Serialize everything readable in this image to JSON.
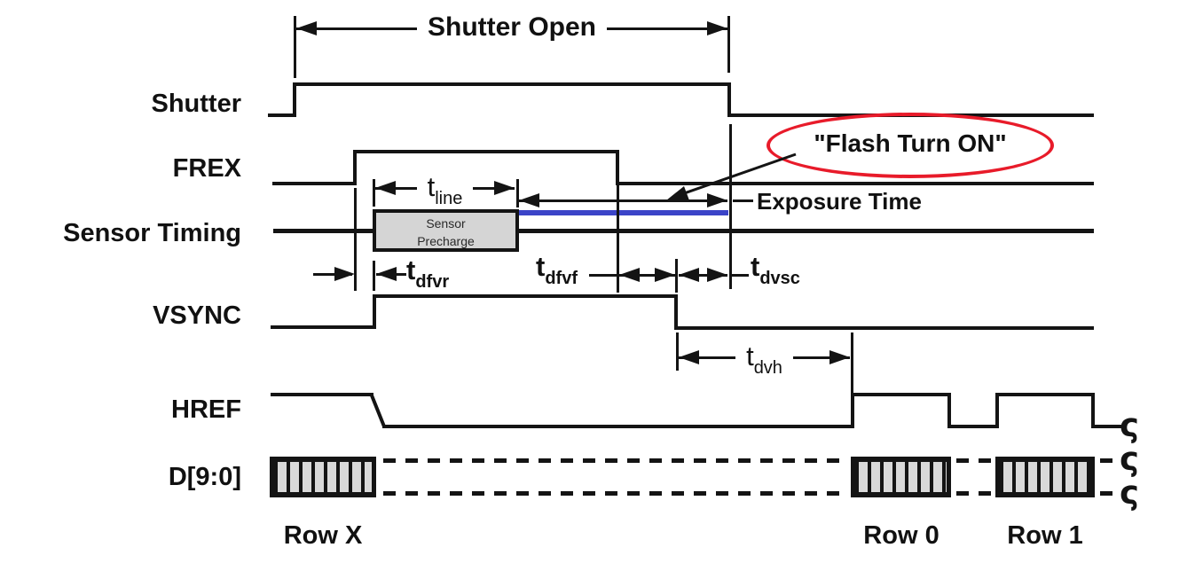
{
  "signals": {
    "shutter": {
      "label": "Shutter"
    },
    "frex": {
      "label": "FREX"
    },
    "sensor_timing": {
      "label": "Sensor Timing"
    },
    "vsync": {
      "label": "VSYNC"
    },
    "href": {
      "label": "HREF"
    },
    "data_bus": {
      "label": "D[9:0]"
    }
  },
  "annotations": {
    "shutter_open": "Shutter Open",
    "flash_turn_on": "\"Flash Turn ON\"",
    "exposure_time": "Exposure Time",
    "sensor_precharge": {
      "line1": "Sensor",
      "line2": "Precharge"
    }
  },
  "timing_params": {
    "t_line": {
      "main": "t",
      "sub": "line"
    },
    "t_dfvr": {
      "main": "t",
      "sub": "dfvr"
    },
    "t_dfvf": {
      "main": "t",
      "sub": "dfvf"
    },
    "t_dvsc": {
      "main": "t",
      "sub": "dvsc"
    },
    "t_dvh": {
      "main": "t",
      "sub": "dvh"
    }
  },
  "row_labels": {
    "row_x": "Row X",
    "row_0": "Row 0",
    "row_1": "Row 1"
  },
  "break_mark": "ς",
  "colors": {
    "line": "#141414",
    "exposure_bar": "#3b44c8",
    "ellipse_stroke": "#e81b2a",
    "hatch_fill": "#d9d9d9",
    "precharge_fill": "#d5d5d5"
  }
}
